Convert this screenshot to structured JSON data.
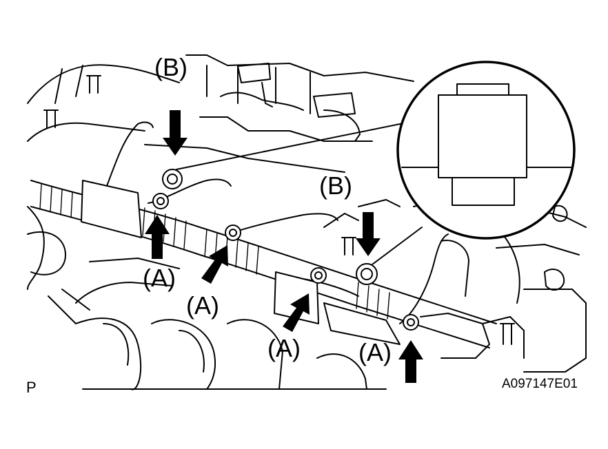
{
  "labels": {
    "b_top": "(B)",
    "b_mid": "(B)",
    "a_1": "(A)",
    "a_2": "(A)",
    "a_3": "(A)",
    "a_4": "(A)"
  },
  "corner_mark": "P",
  "figure_code": "A097147E01",
  "colors": {
    "line": "#000000",
    "background": "#ffffff"
  }
}
